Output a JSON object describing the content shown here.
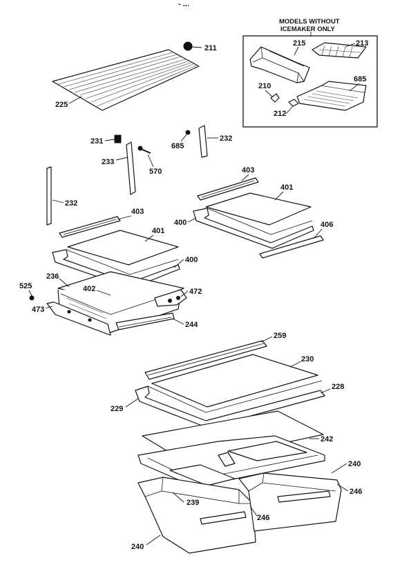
{
  "page_marker": "- ...",
  "inset": {
    "title_line1": "MODELS WITHOUT",
    "title_line2": "ICEMAKER ONLY"
  },
  "labels": {
    "p211": "211",
    "p225": "225",
    "p231": "231",
    "p233": "233",
    "p570": "570",
    "p685a": "685",
    "p232a": "232",
    "p232b": "232",
    "p403a": "403",
    "p403b": "403",
    "p401a": "401",
    "p401b": "401",
    "p400a": "400",
    "p400b": "400",
    "p406": "406",
    "p236": "236",
    "p402": "402",
    "p472": "472",
    "p525": "525",
    "p473": "473",
    "p244": "244",
    "p259": "259",
    "p230": "230",
    "p228": "228",
    "p229": "229",
    "p242": "242",
    "p240a": "240",
    "p240b": "240",
    "p246a": "246",
    "p246b": "246",
    "p239": "239",
    "p215": "215",
    "p213": "213",
    "p210": "210",
    "p685b": "685",
    "p212": "212"
  },
  "colors": {
    "line": "#111111",
    "background": "#ffffff"
  }
}
